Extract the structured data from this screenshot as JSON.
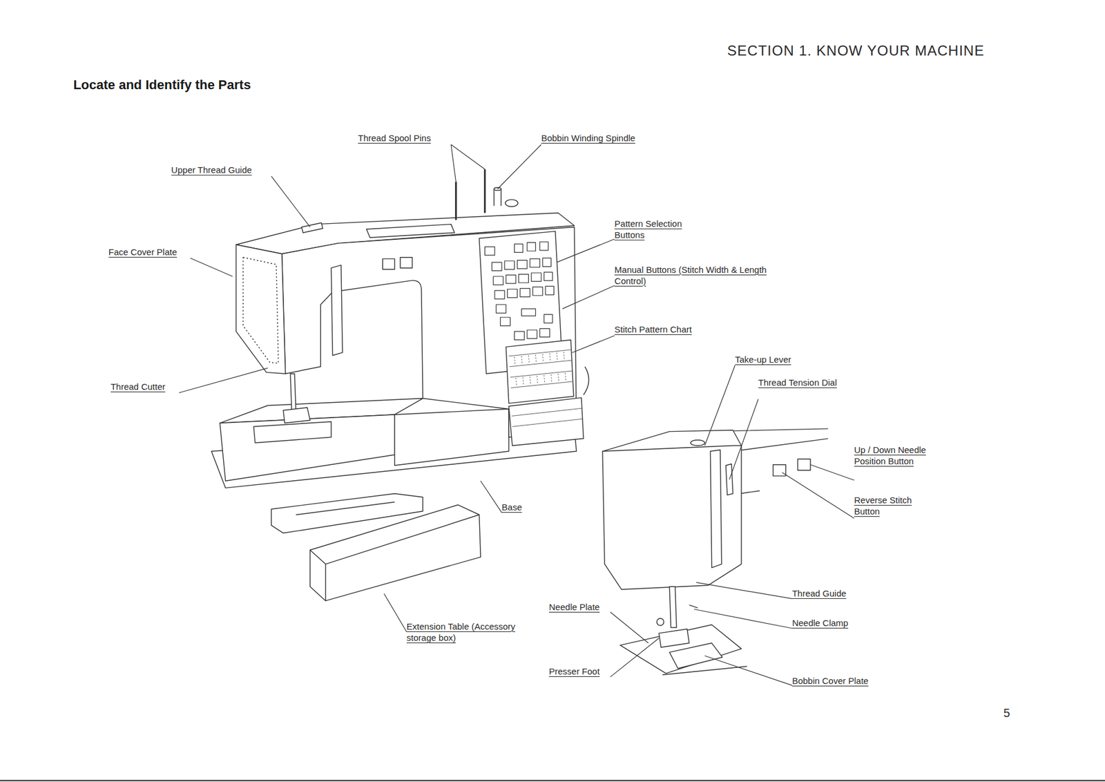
{
  "diagram": {
    "title": "Locate and Identify the Parts",
    "labels": [
      "SECTION 1. KNOW YOUR MACHINE",
      "Thread Spool Pins",
      "Bobbin Winding Spindle",
      "Upper Thread Guide",
      "Face Cover Plate",
      "Pattern Selection Buttons",
      "Manual Buttons (Stitch Width & Length Control)",
      "Stitch Pattern Chart",
      "Thread Cutter",
      "Take-up Lever",
      "Thread Tension Dial",
      "Up / Down Needle Position Button",
      "Reverse Stitch Button",
      "Base",
      "Extension Table (Accessory storage box)",
      "Needle Plate",
      "Thread Guide",
      "Needle Clamp",
      "Presser Foot",
      "Bobbin Cover Plate",
      "5"
    ]
  }
}
